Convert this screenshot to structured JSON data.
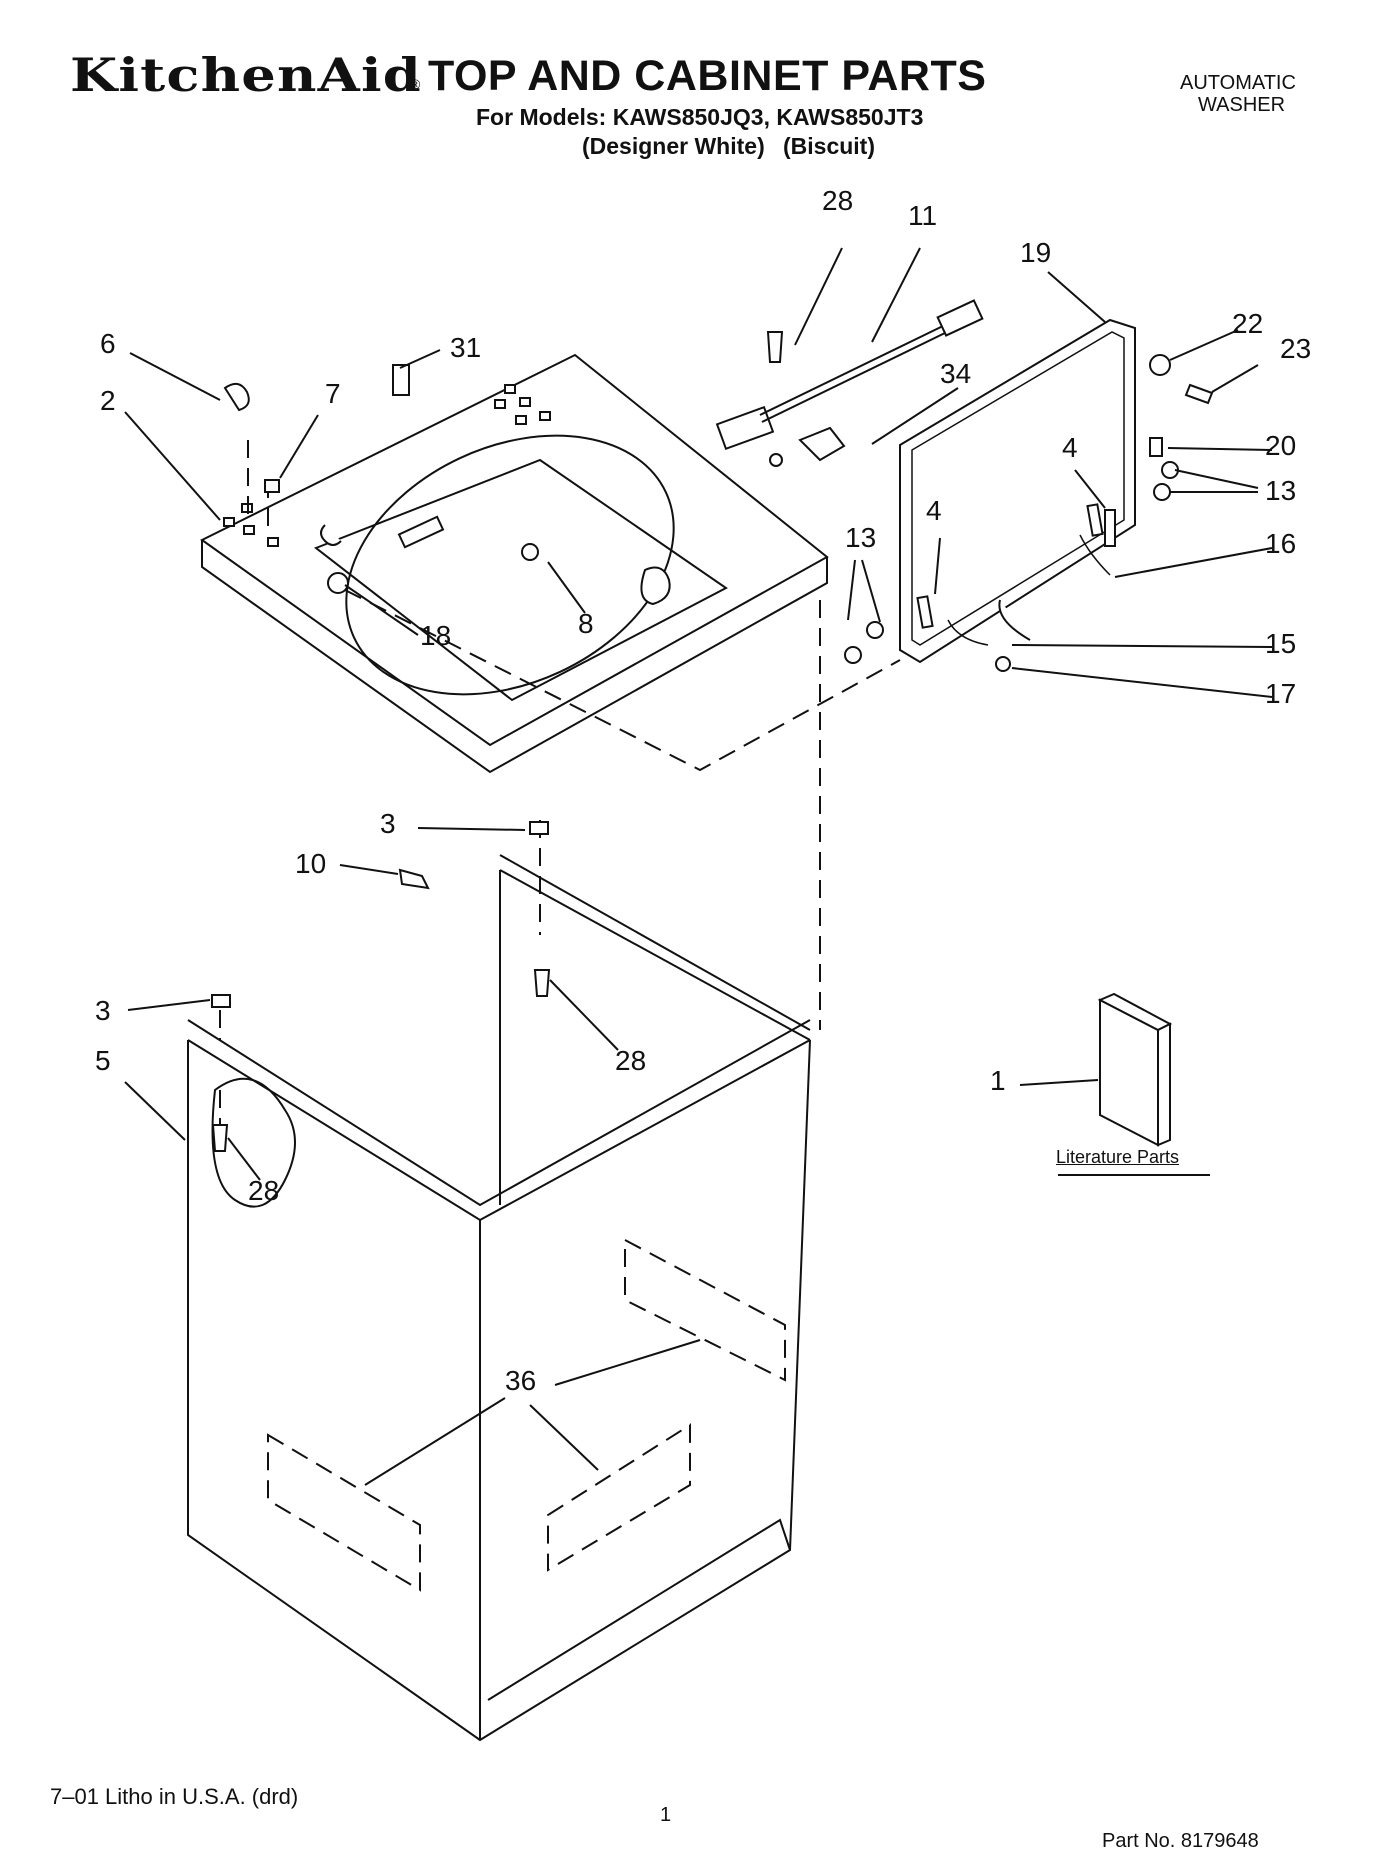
{
  "header": {
    "brand": "KitchenAid",
    "brand_mark": "®",
    "title": "TOP AND CABINET PARTS",
    "models_line": "For Models: KAWS850JQ3, KAWS850JT3",
    "variant_1": "(Designer White)",
    "variant_2": "(Biscuit)",
    "appliance_line1": "AUTOMATIC",
    "appliance_line2": "WASHER"
  },
  "diagram": {
    "callouts": [
      "28",
      "11",
      "19",
      "22",
      "23",
      "6",
      "31",
      "34",
      "2",
      "7",
      "20",
      "4",
      "13",
      "4",
      "13",
      "16",
      "8",
      "18",
      "15",
      "17",
      "3",
      "10",
      "3",
      "28",
      "5",
      "1",
      "28",
      "36"
    ],
    "literature_label": "Literature Parts"
  },
  "footer": {
    "litho": "7–01 Litho in U.S.A. (drd)",
    "page": "1",
    "part_no": "Part No. 8179648"
  }
}
